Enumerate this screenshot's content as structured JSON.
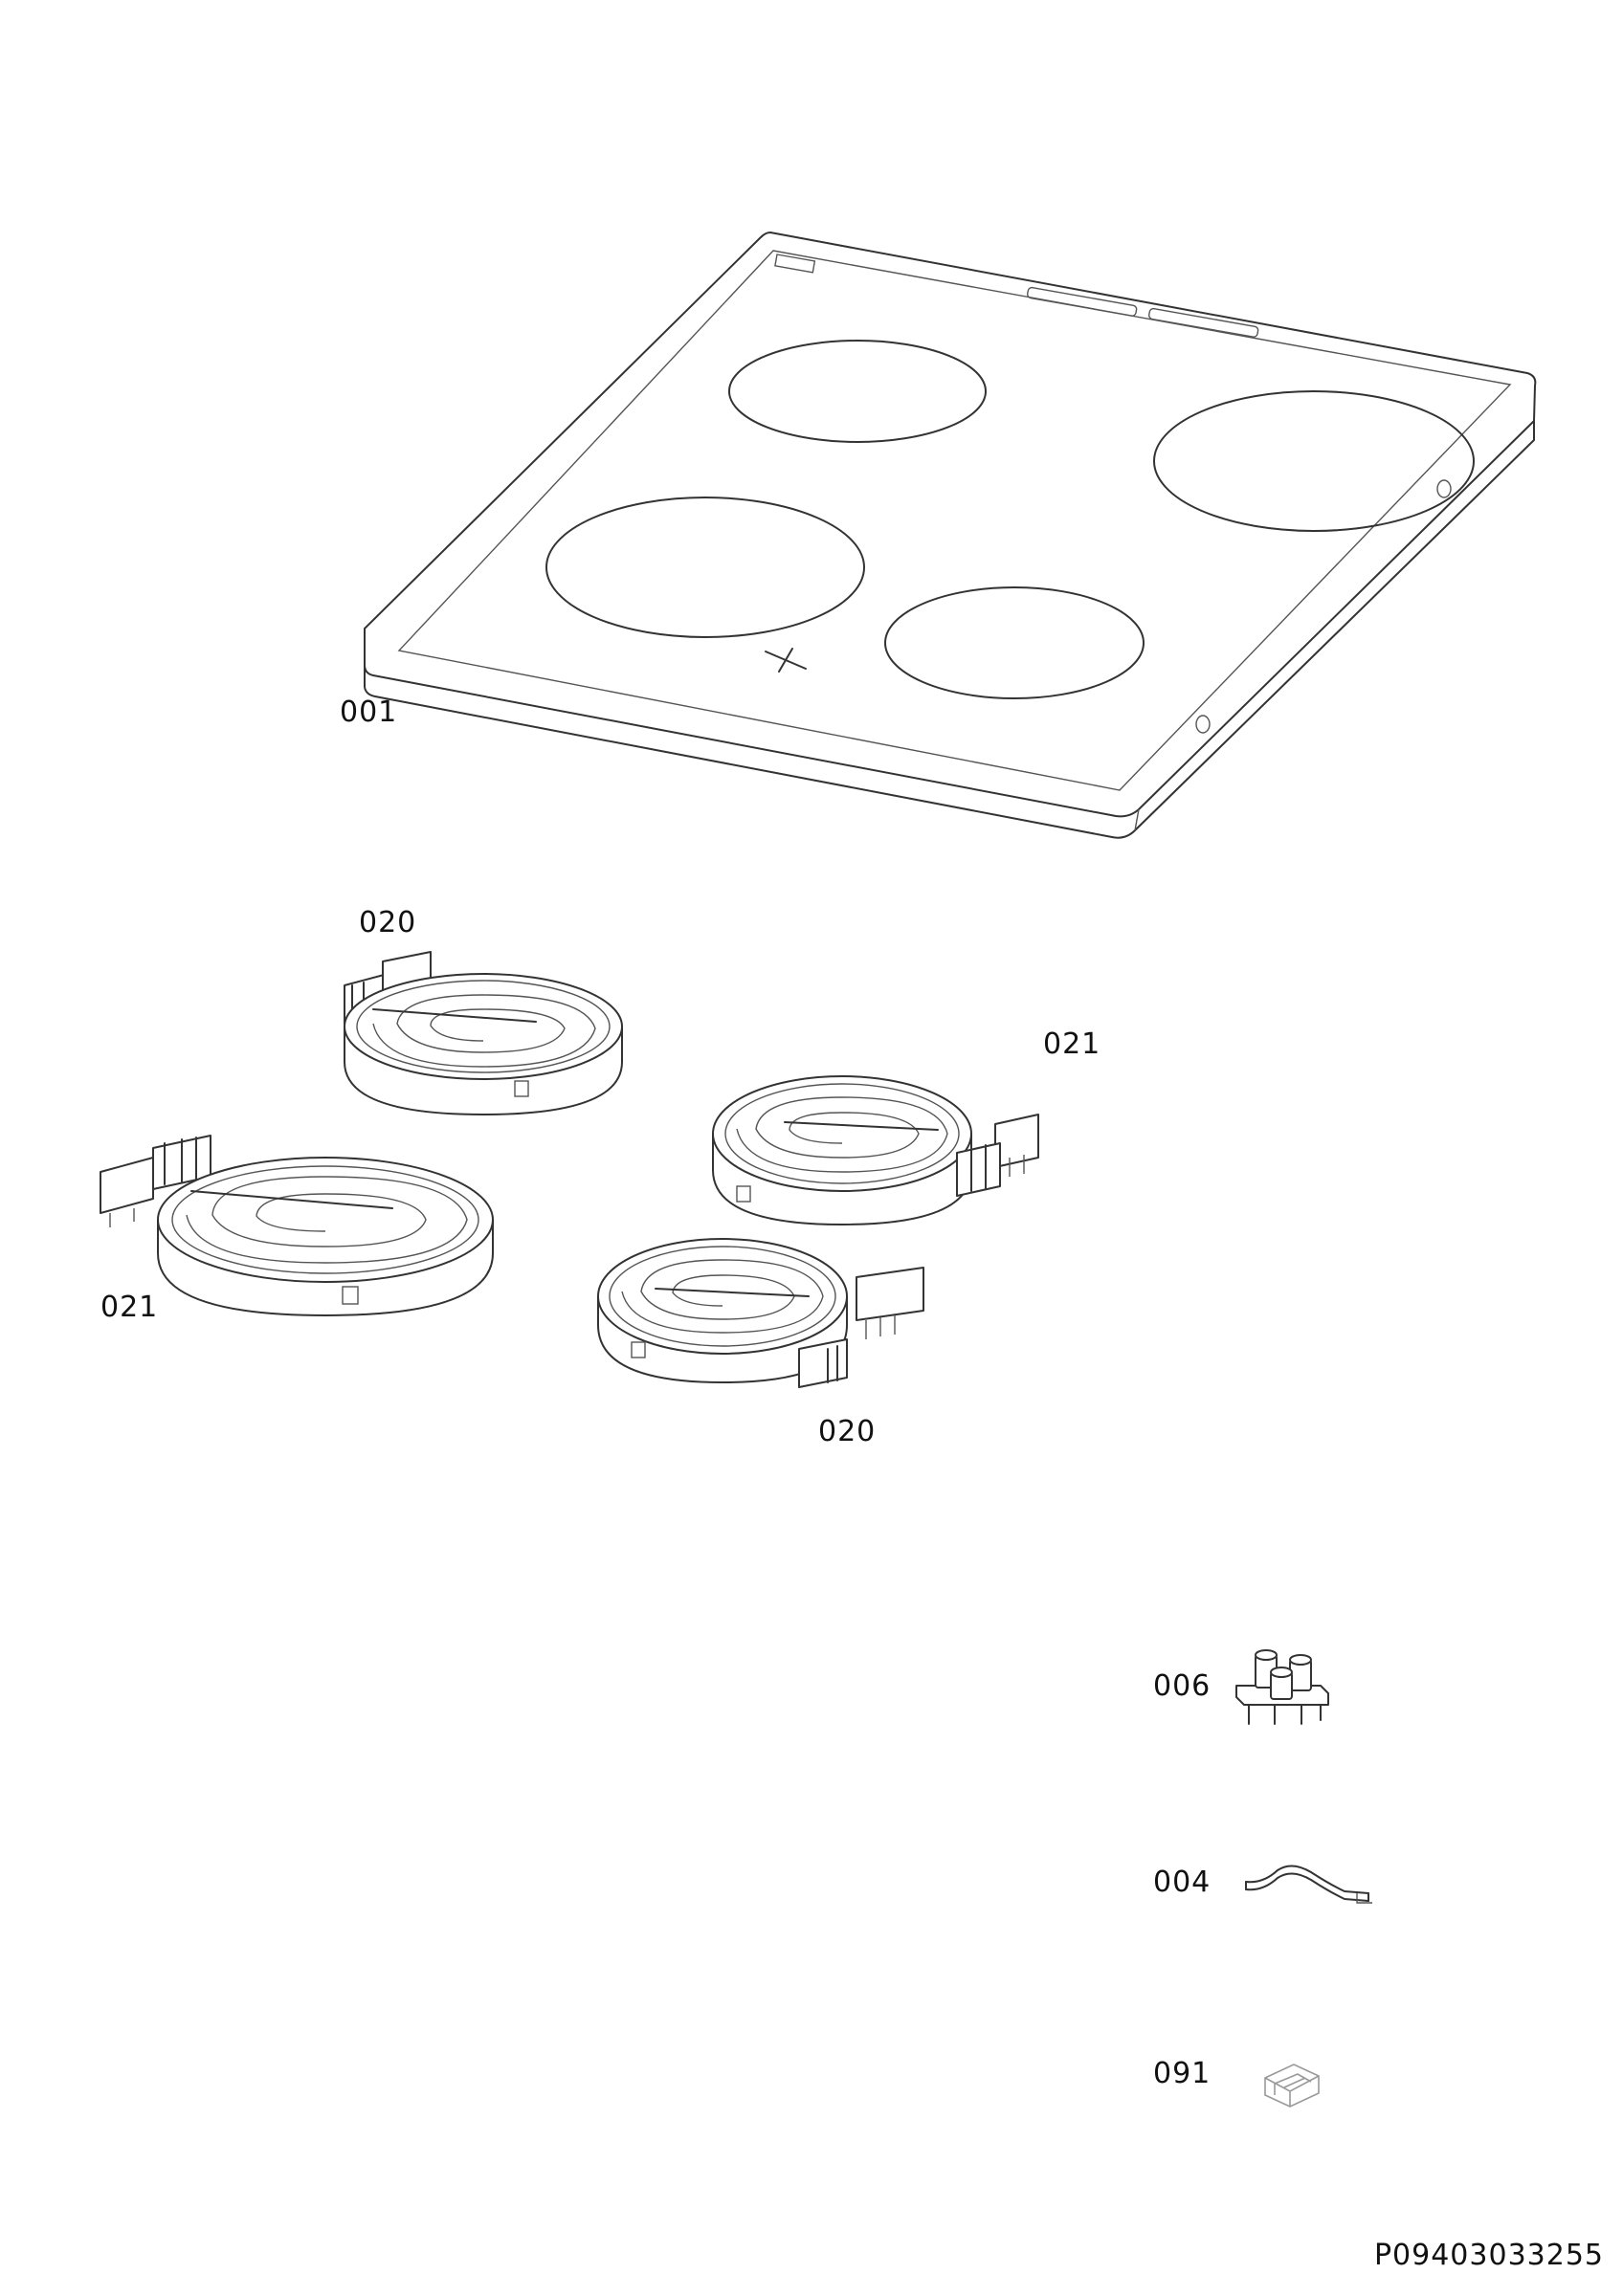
{
  "callouts": {
    "hob_glass": "001",
    "radiant_top_left": "020",
    "radiant_right": "021",
    "radiant_left": "021",
    "radiant_bottom": "020",
    "terminal_block": "006",
    "clip": "004",
    "small_part": "091"
  },
  "document_number": "P09403033255"
}
